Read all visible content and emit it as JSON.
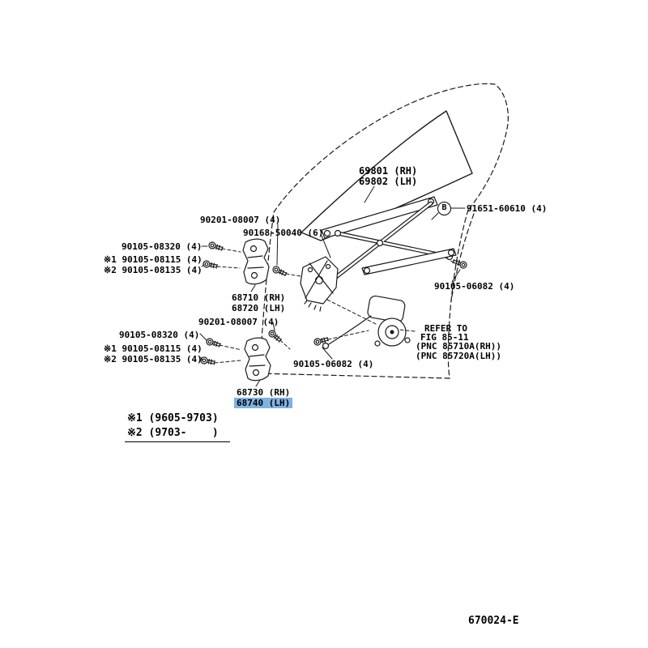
{
  "diagram": {
    "drawing_number": "670024-E",
    "highlight_color": "#7fb2e2",
    "callouts": {
      "b": "B"
    },
    "labels": {
      "glass_rh": "69801 (RH)",
      "glass_lh": "69802 (LH)",
      "bolt_91651": "91651-60610 (4)",
      "bolt_90201_upper": "90201-08007 (4)",
      "bolt_90168": "90168-50040 (6)",
      "bolt_08320_upper": "90105-08320 (4)",
      "bolt_08115_upper": "※1 90105-08115 (4)",
      "bolt_08135_upper": "※2 90105-08135 (4)",
      "hinge_upper_rh": "68710 (RH)",
      "hinge_upper_lh": "68720 (LH)",
      "bolt_06082_right": "90105-06082 (4)",
      "bolt_90201_lower": "90201-08007 (4)",
      "bolt_08320_lower": "90105-08320 (4)",
      "bolt_08115_lower": "※1 90105-08115 (4)",
      "bolt_08135_lower": "※2 90105-08135 (4)",
      "refer_line1": "REFER TO",
      "refer_line2": "FIG 85-11",
      "refer_line3": "(PNC 85710A(RH))",
      "refer_line4": "(PNC 85720A(LH))",
      "bolt_06082_bottom": "90105-06082 (4)",
      "hinge_lower_rh": "68730 (RH)",
      "hinge_lower_lh": "68740 (LH)"
    },
    "notes": {
      "note1": "※1 (9605-9703)",
      "note2": "※2 (9703-    )"
    }
  }
}
